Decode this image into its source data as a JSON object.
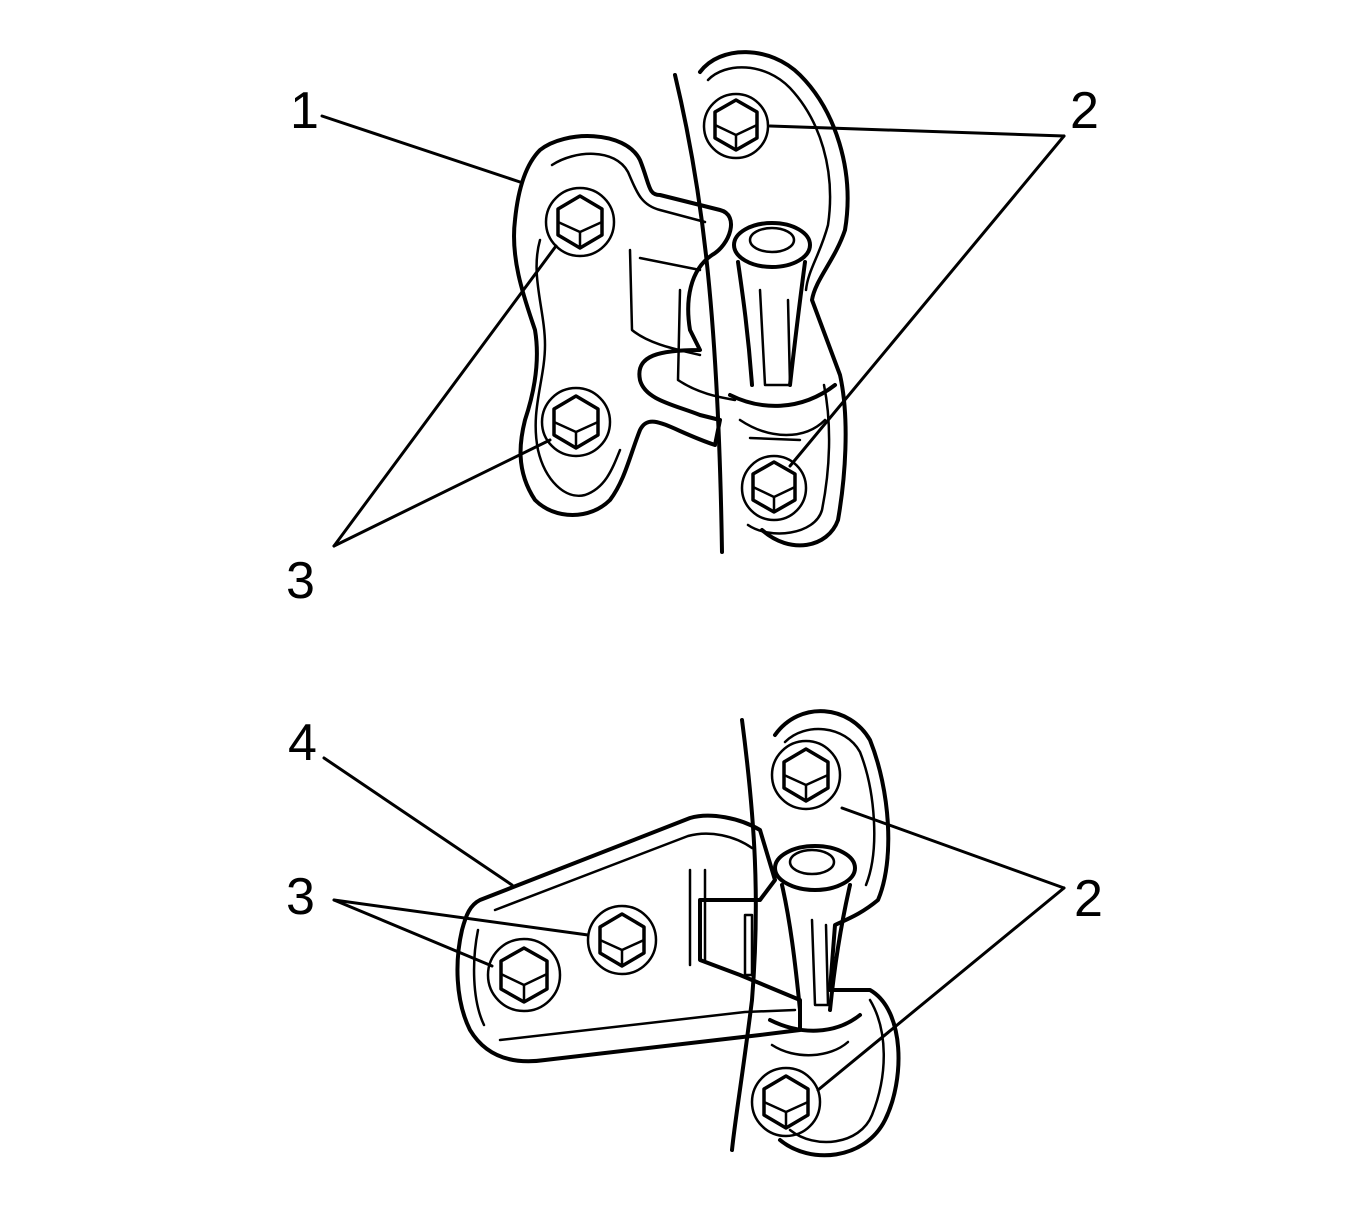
{
  "callouts": {
    "upper": {
      "part_1": "1",
      "part_2": "2",
      "part_3": "3"
    },
    "lower": {
      "part_4": "4",
      "part_2": "2",
      "part_3": "3"
    }
  },
  "colors": {
    "ink": "#000000",
    "background": "#ffffff"
  }
}
